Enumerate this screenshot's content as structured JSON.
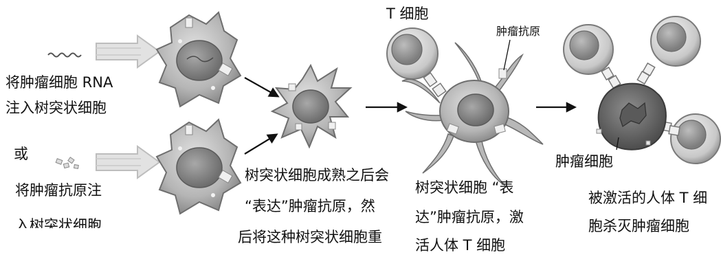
{
  "labels": {
    "rna_line1": "将肿瘤细胞 RNA",
    "rna_line2": "注入树突状细胞",
    "or": "或",
    "antigen_line1": "将肿瘤抗原注",
    "antigen_line2": "入树突状细胞",
    "mature_line1": "树突状细胞成熟之后会",
    "mature_line2": "“表达”肿瘤抗原，然",
    "mature_line3": "后将这种树突状细胞重",
    "express_line1": "树突状细胞 “表",
    "express_line2": "达”肿瘤抗原，激",
    "express_line3": "活人体 T 细胞",
    "tcell": "T 细胞",
    "tumor_antigen": "肿瘤抗原",
    "tumor_cell": "肿瘤细胞",
    "kill_line1": "被激活的人体 T 细",
    "kill_line2": "胞杀灭肿瘤细胞"
  },
  "colors": {
    "cell_fill": "#bdbdbd",
    "cell_dark": "#7a7a7a",
    "nucleus": "#8c8c8c",
    "tcell_fill": "#d6d6d6",
    "tumor_fill": "#6e6e6e",
    "arrow": "#111111",
    "hollow_arrow": "#d0d0d0"
  }
}
